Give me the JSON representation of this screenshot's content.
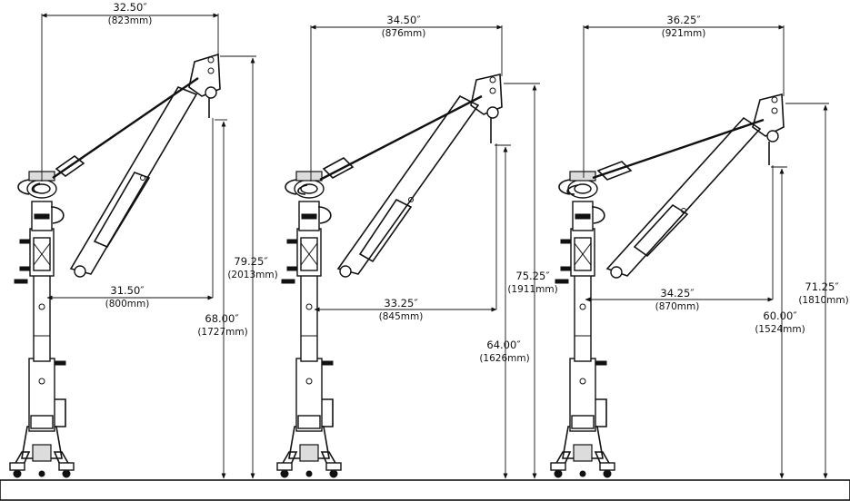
{
  "cranes": [
    {
      "reach_in": "32.50″",
      "reach_mm": "(823mm)",
      "inner_in": "31.50″",
      "inner_mm": "(800mm)",
      "height_in": "79.25″",
      "height_mm": "(2013mm)",
      "hook_in": "68.00″",
      "hook_mm": "(1727mm)"
    },
    {
      "reach_in": "34.50″",
      "reach_mm": "(876mm)",
      "inner_in": "33.25″",
      "inner_mm": "(845mm)",
      "height_in": "75.25″",
      "height_mm": "(1911mm)",
      "hook_in": "64.00″",
      "hook_mm": "(1626mm)"
    },
    {
      "reach_in": "36.25″",
      "reach_mm": "(921mm)",
      "inner_in": "34.25″",
      "inner_mm": "(870mm)",
      "height_in": "71.25″",
      "height_mm": "(1810mm)",
      "hook_in": "60.00″",
      "hook_mm": "(1524mm)"
    }
  ]
}
